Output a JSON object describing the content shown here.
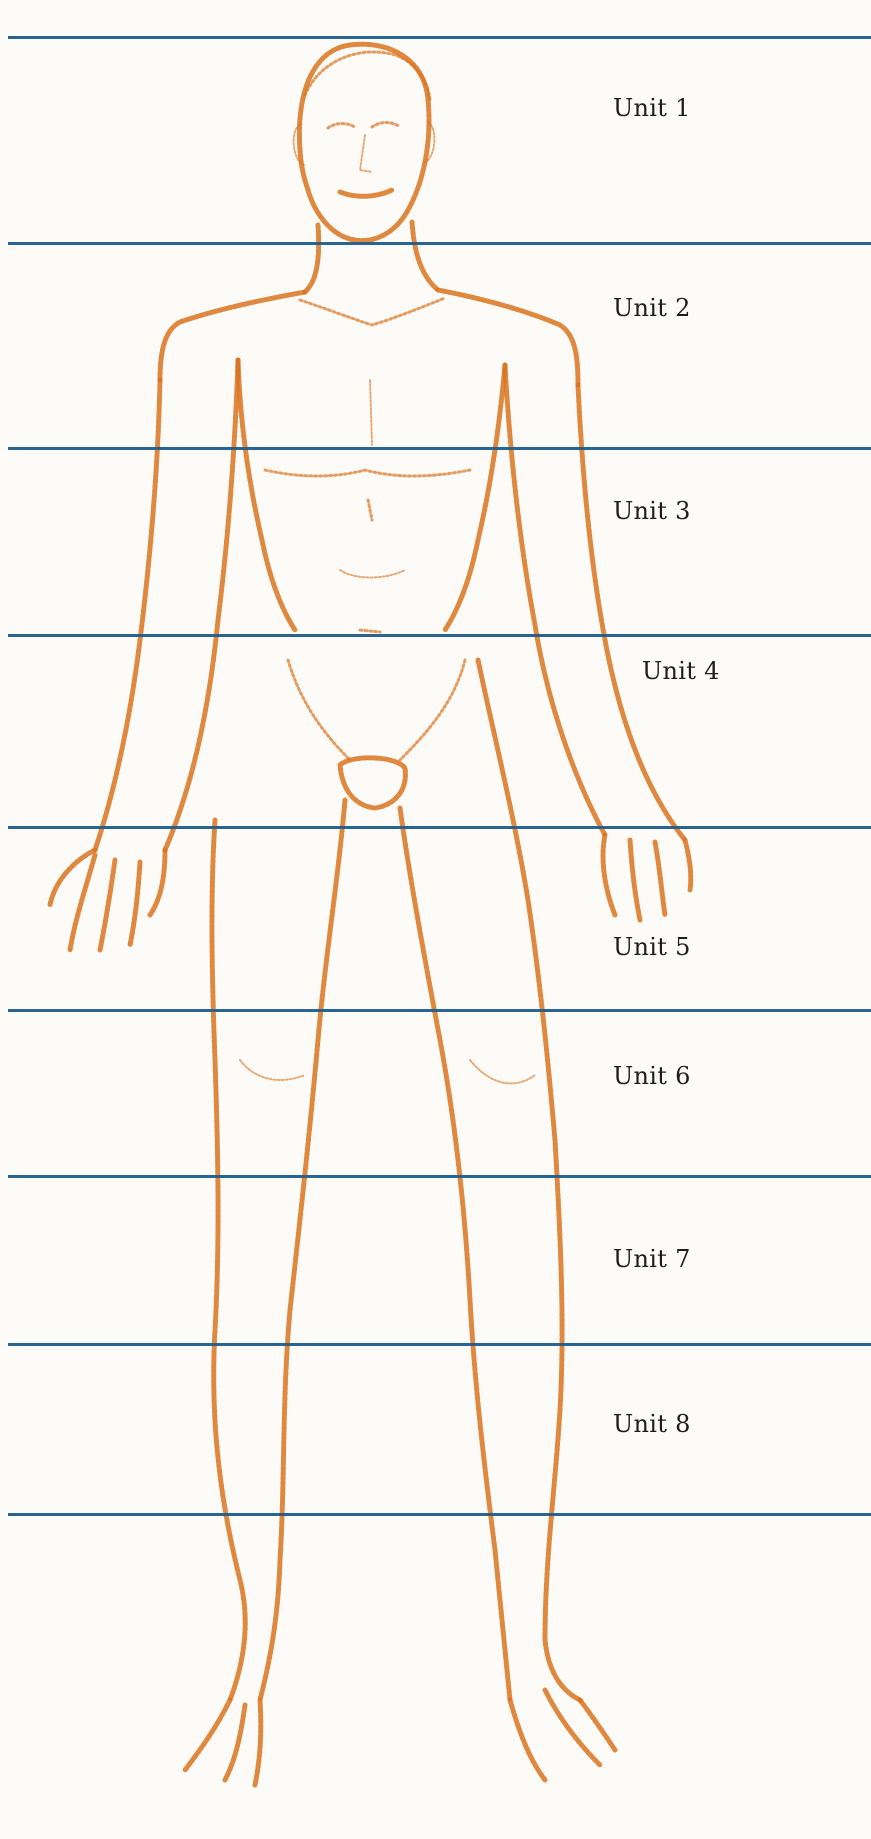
{
  "colors": {
    "paper": "#fdfbf8",
    "guide_line": "#1f5d8c",
    "sketch": "#d9731f",
    "label_text": "#1d1d1d"
  },
  "labels": {
    "unit1": "Unit 1",
    "unit2": "Unit 2",
    "unit3": "Unit 3",
    "unit4": "Unit 4",
    "unit5": "Unit 5",
    "unit6": "Unit 6",
    "unit7": "Unit 7",
    "unit8": "Unit 8"
  }
}
